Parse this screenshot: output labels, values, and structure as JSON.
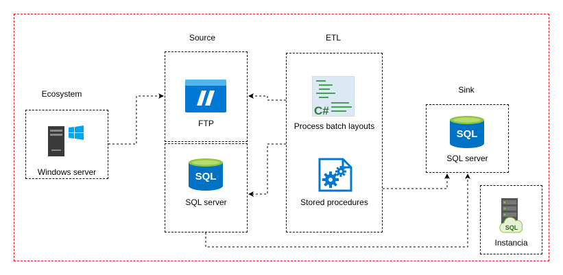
{
  "groups": {
    "ecosystem": "Ecosystem",
    "source": "Source",
    "etl": "ETL",
    "sink": "Sink"
  },
  "nodes": {
    "windows_server": "Windows server",
    "ftp": "FTP",
    "sql_source": "SQL server",
    "process_batch": "Process batch layouts",
    "stored_procedures": "Stored procedures",
    "sql_sink": "SQL server",
    "instancia": "Instancia"
  },
  "icons": {
    "sql_text": "SQL",
    "csharp_text": "C#"
  },
  "colors": {
    "outer_border": "#e0141e",
    "azure_blue": "#0078d4",
    "sql_green": "#8ec63f"
  }
}
